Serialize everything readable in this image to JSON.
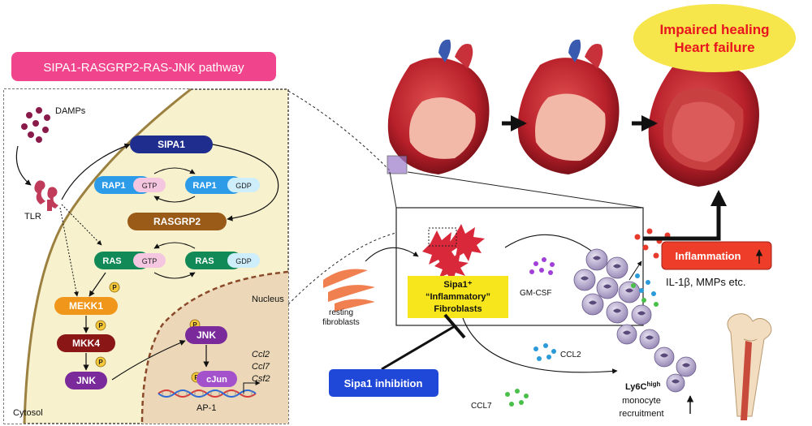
{
  "pathway_title": "SIPA1-RASGRP2-RAS-JNK pathway",
  "labels": {
    "damps": "DAMPs",
    "tlr": "TLR",
    "cytosol": "Cytosol",
    "nucleus": "Nucleus",
    "ap1": "AP-1",
    "phospho": "P"
  },
  "proteins": {
    "sipa1": "SIPA1",
    "rap1_gtp": "RAP1",
    "gtp": "GTP",
    "rap1_gdp": "RAP1",
    "gdp": "GDP",
    "rasgrp2": "RASGRP2",
    "ras_gtp": "RAS",
    "ras_gdp": "RAS",
    "mekk1": "MEKK1",
    "mkk4": "MKK4",
    "jnk_cyto": "JNK",
    "jnk_nuc": "JNK",
    "cjun": "cJun"
  },
  "genes": [
    "Ccl2",
    "Ccl7",
    "Csf2"
  ],
  "outcome": {
    "line1": "Impaired healing",
    "line2": "Heart failure"
  },
  "right": {
    "resting_line1": "resting",
    "resting_line2": "fibroblasts",
    "fib_line1": "Sipa1⁺",
    "fib_line2": "“Inflammatory”",
    "fib_line3": "Fibroblasts",
    "gmcsf": "GM-CSF",
    "ccl2": "CCL2",
    "ccl7": "CCL7",
    "inflammation": "Inflammation",
    "il1b": "IL-1β, MMPs etc.",
    "ly6c_base": "Ly6C",
    "ly6c_sup": "high",
    "monocyte": "monocyte",
    "recruitment": "recruitment",
    "inhibition": "Sipa1 inhibition"
  },
  "colors": {
    "pathway_banner": "#f0458c",
    "cytosol_bg": "#f7f1cd",
    "nucleus_bg": "#ecd8b8",
    "membrane": "#9c8040",
    "sipa1": "#1f2d8f",
    "rap1": "#2d9ce8",
    "rasgrp2": "#9a5a18",
    "ras": "#128a58",
    "mekk1": "#f0961a",
    "mkk4": "#8a1616",
    "jnk": "#7a2a9a",
    "cjun": "#a452cc",
    "gtp_badge": "#f5c6e0",
    "gdp_badge": "#cdeefa",
    "outcome_bg": "#f6e64c",
    "outcome_text": "#e8141e",
    "inflammation_bg": "#ee3e2a",
    "fib_box": "#f7e61c",
    "inhibition_bg": "#1f47d8"
  },
  "icons": [
    "damps-particles-icon",
    "tlr-receptor-icon",
    "heart-icon",
    "fibroblast-icon",
    "monocyte-icon",
    "bone-icon",
    "dna-icon"
  ]
}
